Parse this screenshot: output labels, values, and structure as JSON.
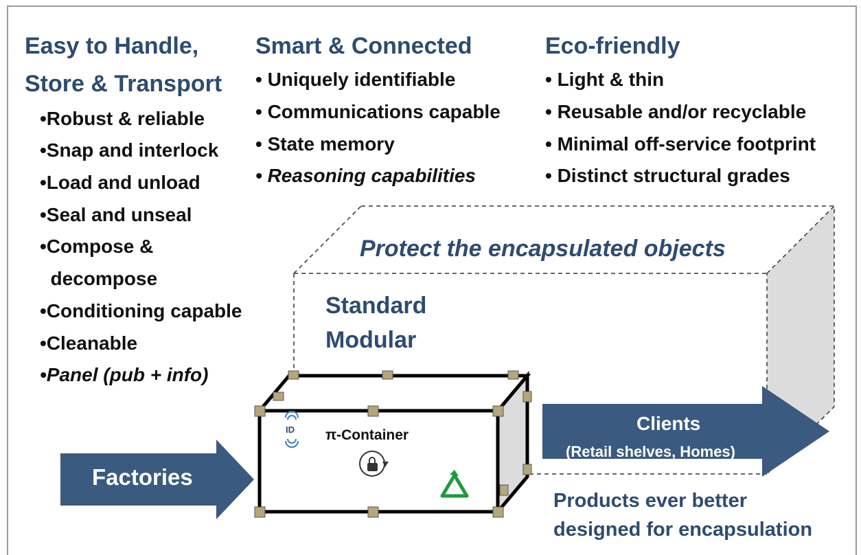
{
  "columns": {
    "handle": {
      "heading": [
        "Easy to Handle,",
        "Store & Transport"
      ],
      "items": [
        "•Robust & reliable",
        "•Snap and interlock",
        "•Load and unload",
        "•Seal and unseal",
        "•Compose &",
        "  decompose",
        "•Conditioning capable",
        "•Cleanable",
        "•Panel (pub + info)"
      ]
    },
    "smart": {
      "heading": "Smart & Connected",
      "items": [
        "• Uniquely identifiable",
        "• Communications capable",
        "• State memory",
        "• Reasoning capabilities"
      ]
    },
    "eco": {
      "heading": "Eco-friendly",
      "items": [
        "• Light & thin",
        "• Reusable and/or recyclable",
        "• Minimal off-service footprint",
        "• Distinct structural grades"
      ]
    }
  },
  "outer_box": {
    "label": "Protect the encapsulated objects",
    "standard": "Standard",
    "modular": "Modular"
  },
  "container": {
    "label": "π-Container",
    "id_label": "ID"
  },
  "factories": {
    "label": "Factories"
  },
  "clients": {
    "label": "Clients",
    "sublabel": "(Retail shelves, Homes)"
  },
  "products": {
    "line1": "Products ever better",
    "line2": "designed for encapsulation"
  },
  "colors": {
    "heading": "#2e4b70",
    "arrow": "#3a5a80",
    "corner": "#b5a77a",
    "recycle": "#1f9a3a"
  }
}
